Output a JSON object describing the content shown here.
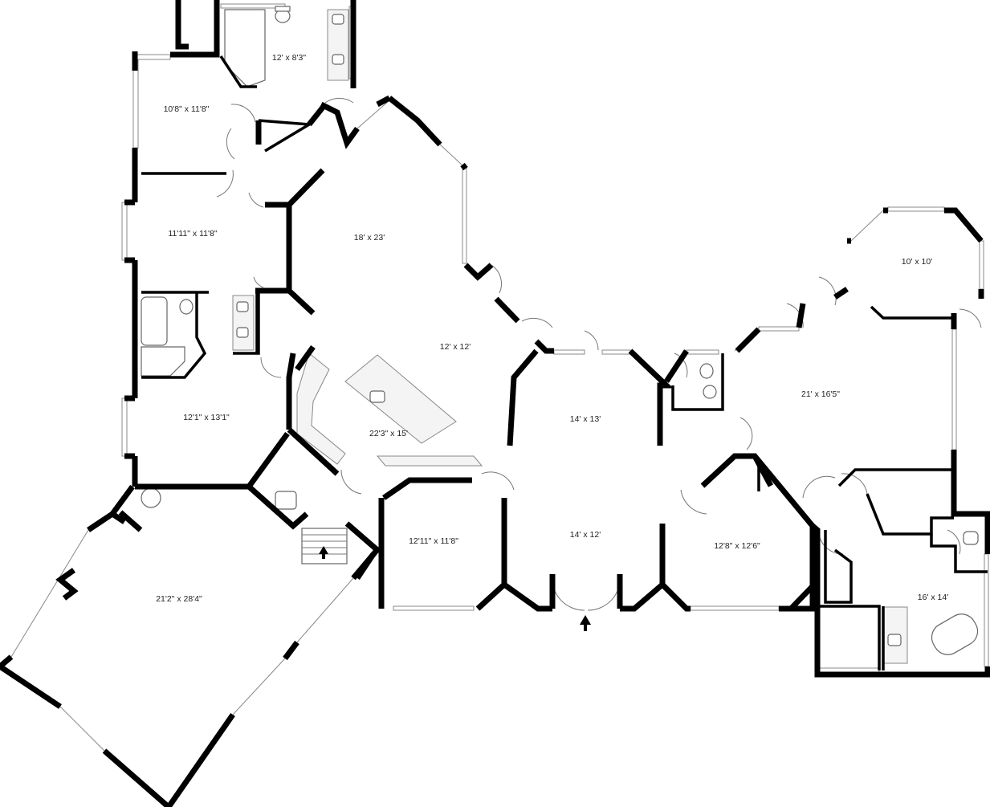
{
  "rooms": [
    {
      "id": "bath-top",
      "dims": "12' x 8'3\""
    },
    {
      "id": "bedroom-nw",
      "dims": "10'8\" x 11'8\""
    },
    {
      "id": "bedroom-w",
      "dims": "11'11\" x 11'8\""
    },
    {
      "id": "great-room",
      "dims": "18' x 23'"
    },
    {
      "id": "dining",
      "dims": "12' x 12'"
    },
    {
      "id": "kitchen",
      "dims": "22'3\" x 15'"
    },
    {
      "id": "bedroom-sw",
      "dims": "12'1\" x 13'1\""
    },
    {
      "id": "garage",
      "dims": "21'2\" x 28'4\""
    },
    {
      "id": "office",
      "dims": "12'11\" x 11'8\""
    },
    {
      "id": "foyer-north",
      "dims": "14' x 13'"
    },
    {
      "id": "foyer",
      "dims": "14' x 12'"
    },
    {
      "id": "study",
      "dims": "12'8\" x 12'6\""
    },
    {
      "id": "octagon-room",
      "dims": "10' x 10'"
    },
    {
      "id": "master-bedroom",
      "dims": "21' x 16'5\""
    },
    {
      "id": "master-bath",
      "dims": "16' x 14'"
    }
  ],
  "icons": {
    "entry": "up-arrow-icon",
    "stairs": "stairs-up-arrow-icon"
  }
}
